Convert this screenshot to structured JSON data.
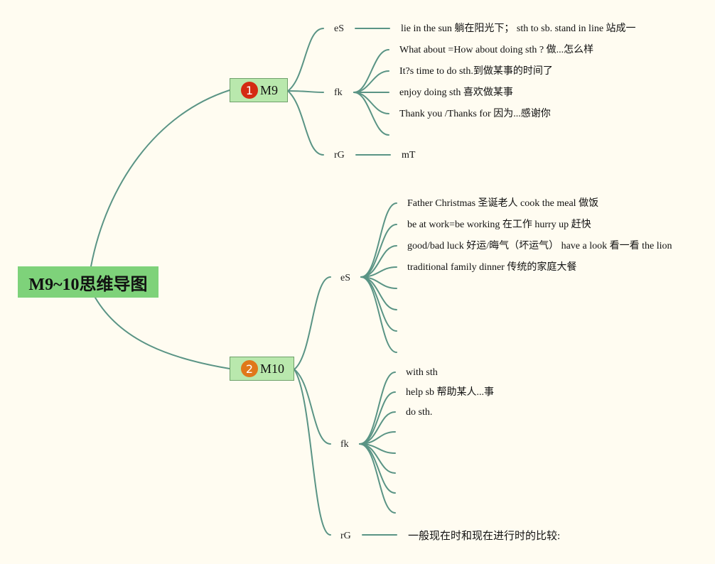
{
  "root": {
    "title": "M9~10思维导图"
  },
  "m9": {
    "badge": "1",
    "badge_color": "#d42a12",
    "label": "M9",
    "es": {
      "label": "eS",
      "items": [
        "lie in the sun 躺在阳光下； sth to sb. stand in line 站成一"
      ]
    },
    "fk": {
      "label": "fk",
      "items": [
        "What about =How about doing sth ? 做...怎么样",
        "It?s time to do sth.到做某事的时间了",
        "enjoy doing sth 喜欢做某事",
        "Thank you /Thanks for 因为...感谢你"
      ]
    },
    "rg": {
      "label": "rG",
      "items": [
        "mT"
      ]
    }
  },
  "m10": {
    "badge": "2",
    "badge_color": "#e0781a",
    "label": "M10",
    "es": {
      "label": "eS",
      "items": [
        "Father Christmas 圣诞老人 cook the meal 做饭",
        "be at work=be working 在工作 hurry up 赶快",
        "good/bad luck 好运/晦气（坏运气） have a look 看一看 the lion",
        "traditional family dinner 传统的家庭大餐"
      ]
    },
    "fk": {
      "label": "fk",
      "items": [
        "with sth",
        "help sb 帮助某人...事",
        "do sth."
      ]
    },
    "rg": {
      "label": "rG",
      "items": [
        "一般现在时和现在进行时的比较:"
      ]
    }
  }
}
